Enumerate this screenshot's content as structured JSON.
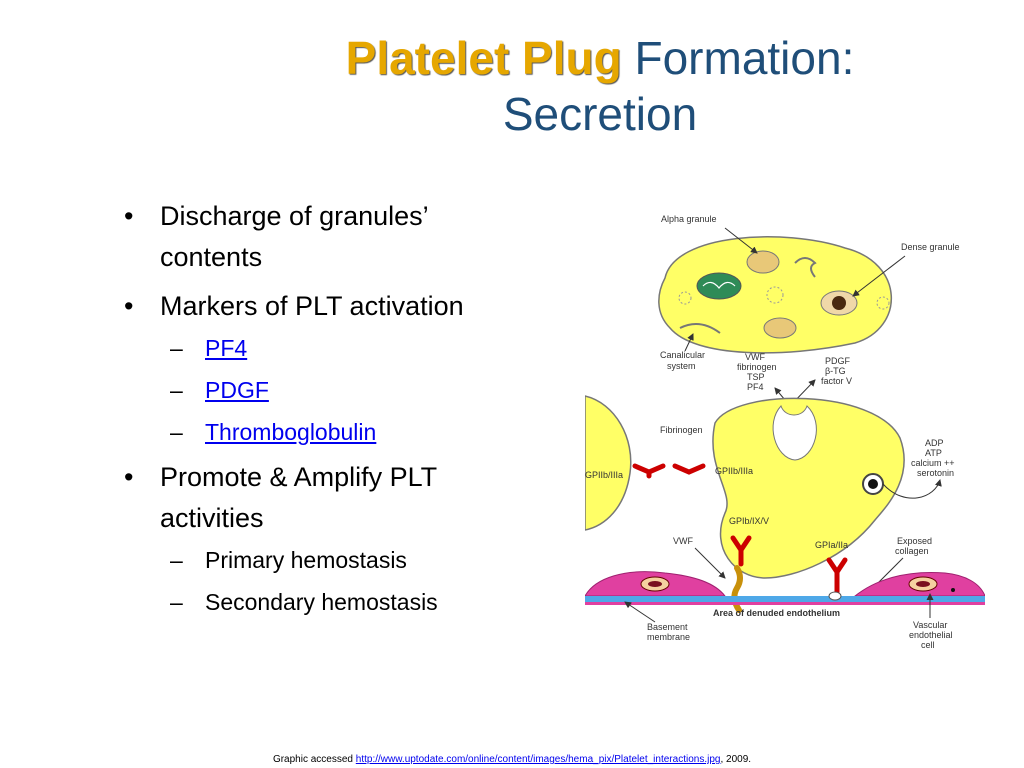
{
  "title": {
    "highlight": "Platelet Plug",
    "rest": "Formation:",
    "line2": "Secretion"
  },
  "bullets": [
    {
      "text1": "Discharge of granules’",
      "text2": "contents"
    },
    {
      "text": "Markers of PLT activation",
      "subs": [
        "PF4",
        "PDGF",
        "Thromboglobulin"
      ]
    },
    {
      "text1": "Promote & Amplify PLT",
      "text2": "activities",
      "subs": [
        "Primary hemostasis",
        "Secondary hemostasis"
      ]
    }
  ],
  "diagram": {
    "alpha_granule": "Alpha granule",
    "dense_granule": "Dense granule",
    "canalicular": [
      "Canalicular",
      "system"
    ],
    "alpha_contents": [
      "VWF",
      "fibrinogen",
      "TSP",
      "PF4"
    ],
    "dense_release": [
      "PDGF",
      "β-TG",
      "factor V"
    ],
    "fibrinogen": "Fibrinogen",
    "gp2b3a_left": "GPIIb/IIIa",
    "gp2b3a_right": "GPIIb/IIIa",
    "gp1b": "GPIb/IX/V",
    "vwf": "VWF",
    "gp1a": "GPIa/IIa",
    "secreted": [
      "ADP",
      "ATP",
      "calcium ++",
      "serotonin"
    ],
    "exposed_collagen": [
      "Exposed",
      "collagen"
    ],
    "denuded": "Area of denuded endothelium",
    "basement": [
      "Basement",
      "membrane"
    ],
    "endothelial": [
      "Vascular",
      "endothelial",
      "cell"
    ]
  },
  "footer": {
    "prefix": "Graphic accessed ",
    "url": "http://www.uptodate.com/online/content/images/hema_pix/Platelet_interactions.jpg",
    "suffix": ", 2009."
  }
}
